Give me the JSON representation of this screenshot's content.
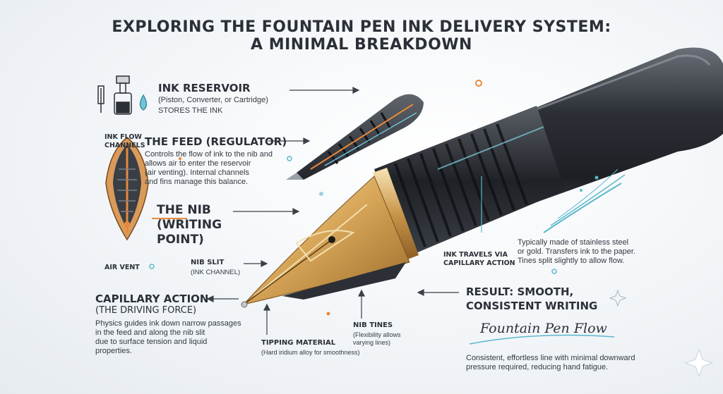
{
  "title": {
    "line1": "EXPLORING THE FOUNTAIN PEN INK DELIVERY SYSTEM:",
    "line2": "A MINIMAL BREAKDOWN"
  },
  "reservoir": {
    "heading": "INK RESERVOIR",
    "sub": "(Piston, Converter, or Cartridge)",
    "desc": "STORES THE INK"
  },
  "feed": {
    "channels_label_1": "INK FLOW",
    "channels_label_2": "CHANNELS",
    "heading": "THE FEED (REGULATOR)",
    "desc_1": "Controls the flow of ink to the nib and",
    "desc_2": "allows air to enter the reservoir",
    "desc_3": "(air venting). Internal channels",
    "desc_4": "and fins manage this balance."
  },
  "nib": {
    "heading_1": "THE NIB",
    "heading_2": "(WRITING",
    "heading_3": "POINT)",
    "air_vent": "AIR VENT",
    "desc_1": "Typically made of stainless steel",
    "desc_2": "or gold. Transfers ink to the paper.",
    "desc_3": "Tines split slightly to allow flow."
  },
  "nib_slit": {
    "heading": "NIB SLIT",
    "sub": "(INK CHANNEL)"
  },
  "capillary_label": {
    "line1": "INK TRAVELS VIA",
    "line2": "CAPILLARY ACTION"
  },
  "capillary": {
    "heading": "CAPILLARY ACTION",
    "sub": "(THE DRIVING FORCE)",
    "desc_1": "Physics guides ink down narrow passages",
    "desc_2": "in the feed and  along the nib slit",
    "desc_3": "due to surface tension and liquid",
    "desc_4": "properties."
  },
  "tipping": {
    "heading": "TIPPING MATERIAL",
    "sub": "(Hard iridium alloy for smoothness)"
  },
  "tines": {
    "heading": "NIB TINES",
    "sub_1": "(Flexibility allows",
    "sub_2": "varying lines)"
  },
  "result": {
    "heading_1": "RESULT: SMOOTH,",
    "heading_2": "CONSISTENT WRITING",
    "script": "Fountain Pen Flow",
    "desc_1": "Consistent, effortless line with minimal downward",
    "desc_2": "pressure required, reducing hand fatigue."
  },
  "colors": {
    "accent": "#4fb3c8",
    "gold": "#d9a85a",
    "orange": "#e8893a",
    "pen_body": "#2c3036"
  }
}
